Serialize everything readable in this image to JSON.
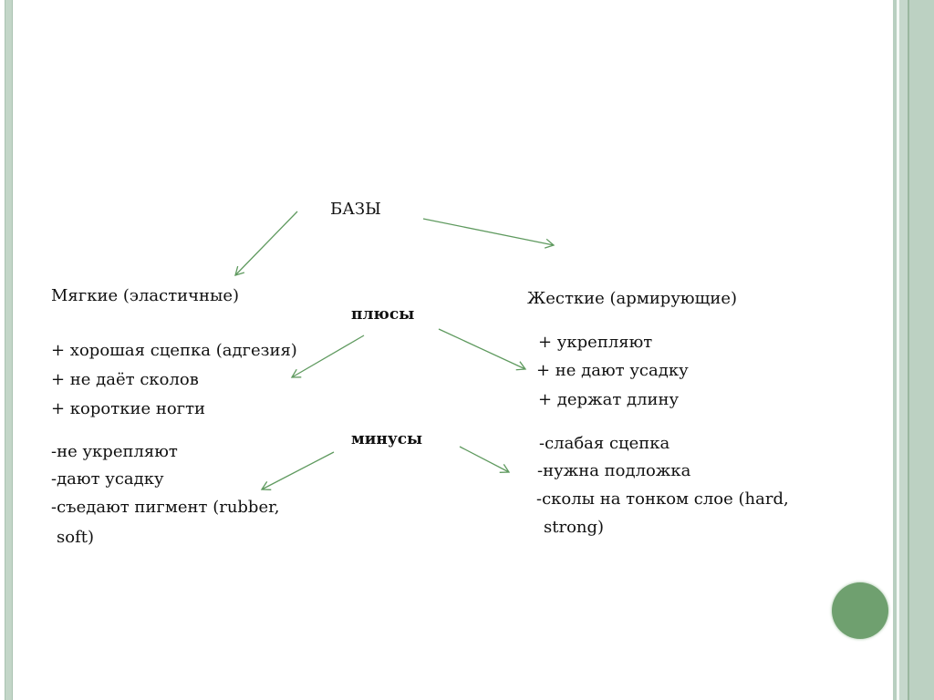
{
  "title": "БАЗЫ",
  "pros_label": "плюсы",
  "cons_label": "минусы",
  "left": {
    "heading": "Мягкие (эластичные)",
    "pros": [
      "+ хорошая сцепка (адгезия)",
      "+ не даёт сколов",
      "+ короткие ногти"
    ],
    "cons": [
      "-не укрепляют",
      "-дают усадку",
      "-съедают пигмент  (rubber,",
      "soft)"
    ]
  },
  "right": {
    "heading": "Жесткие (армирующие)",
    "pros": [
      "+ укрепляют",
      "+ не дают усадку",
      "+ держат длину"
    ],
    "cons": [
      "-слабая сцепка",
      "-нужна подложка",
      "-сколы на тонком слое  (hard,",
      "strong)"
    ]
  },
  "colors": {
    "arrow": "#5f9a5f",
    "stripe": "#b9cfc0",
    "circle": "#6fa06f"
  }
}
